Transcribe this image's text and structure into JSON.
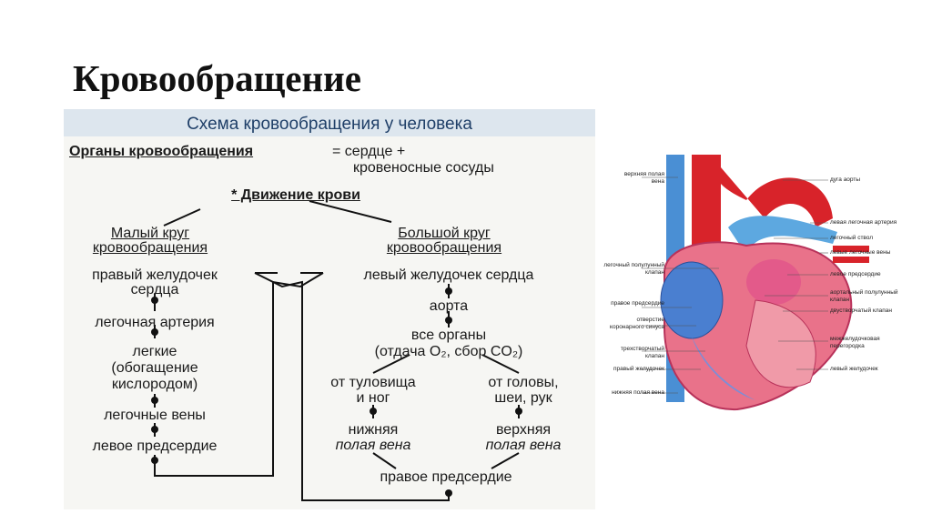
{
  "slide_title": "Кровообращение",
  "scheme": {
    "title": "Схема кровообращения у человека",
    "organs_label": "Органы кровообращения",
    "organs_eq": "= сердце +",
    "organs_eq2": "кровеносные сосуды",
    "movement": "* Движение крови",
    "small_circle": {
      "title1": "Малый круг",
      "title2": "кровообращения",
      "steps": [
        "правый желудочек",
        "сердца",
        "легочная артерия",
        "легкие",
        "(обогащение",
        "кислородом)",
        "легочные вены",
        "левое предсердие"
      ]
    },
    "big_circle": {
      "title1": "Большой круг",
      "title2": "кровообращения",
      "steps": [
        "левый желудочек сердца",
        "аорта",
        "все органы",
        "(отдача O₂, сбор CO₂)"
      ],
      "left_branch": [
        "от туловища",
        "и ног",
        "нижняя",
        "полая вена"
      ],
      "right_branch": [
        "от головы,",
        "шеи, рук",
        "верхняя",
        "полая вена"
      ],
      "end": "правое предсердие"
    }
  },
  "heart": {
    "colors": {
      "oxygenated": "#d8232a",
      "deoxygenated": "#4a8fd4",
      "wall": "#e9728a"
    },
    "labels_left": [
      "верхняя полая вена",
      "легочный полулунный клапан",
      "правое предсердие",
      "отверстие коронарного синуса",
      "трехстворчатый клапан",
      "правый желудочек",
      "нижняя полая вена"
    ],
    "labels_right": [
      "дуга аорты",
      "левая легочная артерия",
      "легочный ствол",
      "левые легочные вены",
      "левое предсердие",
      "аортальный полулунный клапан",
      "двустворчатый клапан",
      "межжелудочковая перегородка",
      "левый желудочек"
    ]
  }
}
